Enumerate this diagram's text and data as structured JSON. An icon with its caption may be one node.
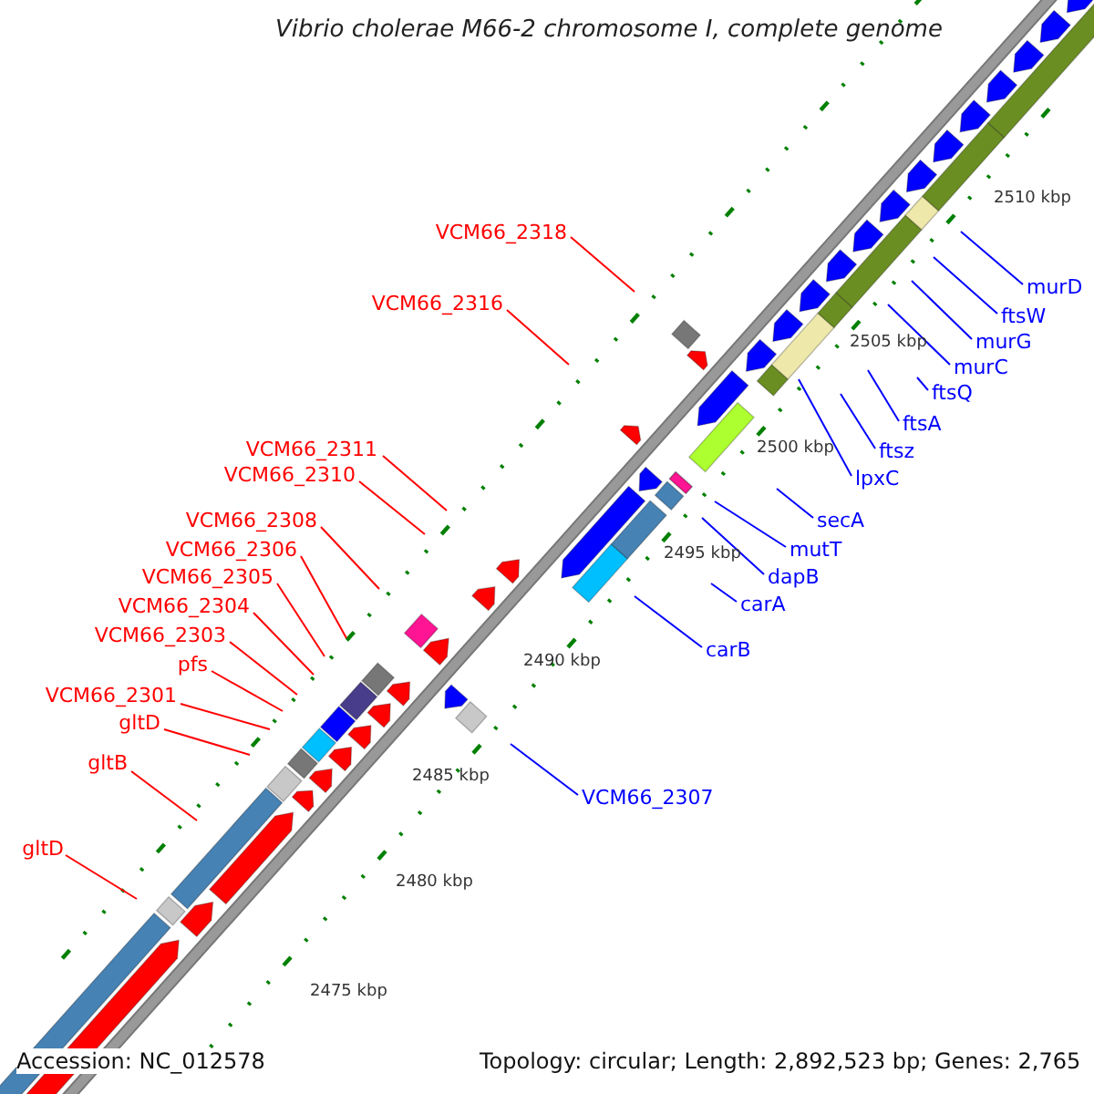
{
  "diagram": {
    "title": "Vibrio cholerae M66-2 chromosome I, complete genome",
    "nodes": [
      {
        "text": [
          "VCM66_2318"
        ]
      },
      {
        "text": [
          "VCM66_2316"
        ]
      },
      {
        "text": [
          "VCM66_2311"
        ]
      },
      {
        "text": [
          "VCM66_2310"
        ]
      },
      {
        "text": [
          "VCM66_2308"
        ]
      },
      {
        "text": [
          "VCM66_2306"
        ]
      },
      {
        "text": [
          "VCM66_2305"
        ]
      },
      {
        "text": [
          "VCM66_2304"
        ]
      },
      {
        "text": [
          "VCM66_2303"
        ]
      },
      {
        "text": [
          "pfs"
        ]
      },
      {
        "text": [
          "VCM66_2301"
        ]
      },
      {
        "text": [
          "gltD"
        ]
      },
      {
        "text": [
          "gltB"
        ]
      },
      {
        "text": [
          "gltD"
        ]
      },
      {
        "text": [
          "murD"
        ]
      },
      {
        "text": [
          "ftsW"
        ]
      },
      {
        "text": [
          "murG"
        ]
      },
      {
        "text": [
          "murC"
        ]
      },
      {
        "text": [
          "ftsQ"
        ]
      },
      {
        "text": [
          "ftsA"
        ]
      },
      {
        "text": [
          "ftsz"
        ]
      },
      {
        "text": [
          "lpxC"
        ]
      },
      {
        "text": [
          "secA"
        ]
      },
      {
        "text": [
          "mutT"
        ]
      },
      {
        "text": [
          "dapB"
        ]
      },
      {
        "text": [
          "carA"
        ]
      },
      {
        "text": [
          "carB"
        ]
      },
      {
        "text": [
          "VCM66_2307"
        ]
      }
    ],
    "edges": [
      {
        "from": 0,
        "to": null,
        "arrow": "none"
      },
      {
        "from": 1,
        "to": null,
        "arrow": "none"
      },
      {
        "from": 2,
        "to": null,
        "arrow": "none"
      },
      {
        "from": 3,
        "to": null,
        "arrow": "none"
      },
      {
        "from": 4,
        "to": null,
        "arrow": "none"
      },
      {
        "from": 5,
        "to": null,
        "arrow": "none"
      },
      {
        "from": 6,
        "to": null,
        "arrow": "none"
      },
      {
        "from": 7,
        "to": null,
        "arrow": "none"
      },
      {
        "from": 8,
        "to": null,
        "arrow": "none"
      },
      {
        "from": 9,
        "to": null,
        "arrow": "none"
      },
      {
        "from": 10,
        "to": null,
        "arrow": "none"
      },
      {
        "from": 11,
        "to": null,
        "arrow": "none"
      },
      {
        "from": 12,
        "to": null,
        "arrow": "none"
      },
      {
        "from": 13,
        "to": null,
        "arrow": "none"
      },
      {
        "from": 14,
        "to": null,
        "arrow": "none",
        "color": "#0000ff"
      },
      {
        "from": 15,
        "to": null,
        "arrow": "none",
        "color": "#0000ff"
      },
      {
        "from": 16,
        "to": null,
        "arrow": "none",
        "color": "#0000ff"
      },
      {
        "from": 17,
        "to": null,
        "arrow": "none",
        "color": "#0000ff"
      },
      {
        "from": 18,
        "to": null,
        "arrow": "none",
        "color": "#0000ff"
      },
      {
        "from": 19,
        "to": null,
        "arrow": "none",
        "color": "#0000ff"
      },
      {
        "from": 20,
        "to": null,
        "arrow": "none",
        "color": "#0000ff"
      },
      {
        "from": 21,
        "to": null,
        "arrow": "none",
        "color": "#0000ff"
      },
      {
        "from": 22,
        "to": null,
        "arrow": "none",
        "color": "#0000ff"
      },
      {
        "from": 23,
        "to": null,
        "arrow": "none",
        "color": "#0000ff"
      },
      {
        "from": 24,
        "to": null,
        "arrow": "none",
        "color": "#0000ff"
      },
      {
        "from": 25,
        "to": null,
        "arrow": "none",
        "color": "#0000ff"
      },
      {
        "from": 26,
        "to": null,
        "arrow": "none",
        "color": "#0000ff"
      },
      {
        "from": 27,
        "to": null,
        "arrow": "none",
        "color": "#0000ff"
      }
    ],
    "labels": [
      "2510 kbp",
      "2505 kbp",
      "2500 kbp",
      "2495 kbp",
      "2490 kbp",
      "2485 kbp",
      "2480 kbp",
      "2475 kbp",
      "Accession: NC_012578",
      "Topology: circular; Length: 2,892,523 bp; Genes: 2,765"
    ]
  }
}
